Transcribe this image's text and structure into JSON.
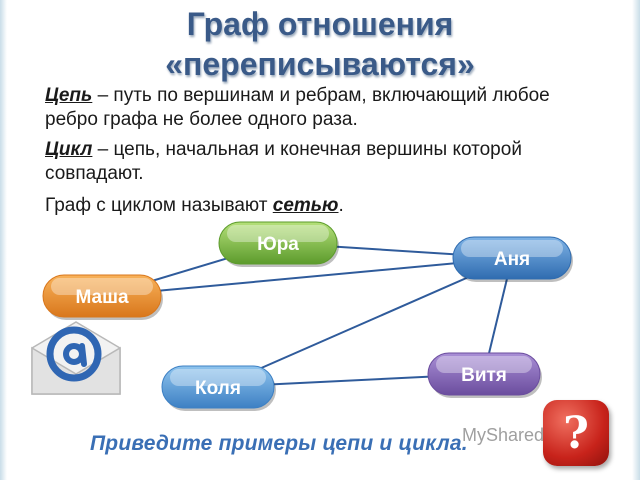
{
  "title_line1": "Граф отношения",
  "title_line2": "«переписываются»",
  "definitions": {
    "chain_term": "Цепь",
    "chain_text": " – путь по вершинам и ребрам, включающий любое ребро графа не более одного раза.",
    "cycle_term": "Цикл",
    "cycle_text": " – цепь, начальная и конечная вершины которой совпадают.",
    "network_prefix": "Граф с циклом называют ",
    "network_term": "сетью",
    "network_suffix": "."
  },
  "graph": {
    "nodes": [
      {
        "id": "yura",
        "label": "Юра",
        "color_light": "#b5e07a",
        "color_dark": "#5c9b2c"
      },
      {
        "id": "anya",
        "label": "Аня",
        "color_light": "#7fb3e6",
        "color_dark": "#2f6cb0"
      },
      {
        "id": "masha",
        "label": "Маша",
        "color_light": "#f8b25a",
        "color_dark": "#d9771c"
      },
      {
        "id": "vitya",
        "label": "Витя",
        "color_light": "#a98fd6",
        "color_dark": "#6b4d9e"
      },
      {
        "id": "kolya",
        "label": "Коля",
        "color_light": "#8fc4ee",
        "color_dark": "#3d80c4"
      }
    ],
    "edges": [
      [
        "masha",
        "yura"
      ],
      [
        "masha",
        "anya"
      ],
      [
        "yura",
        "anya"
      ],
      [
        "anya",
        "kolya"
      ],
      [
        "anya",
        "vitya"
      ],
      [
        "kolya",
        "vitya"
      ]
    ],
    "edge_color": "#2f5b9b"
  },
  "question": "Приведите примеры цепи и цикла.",
  "watermark": "MyShared",
  "help_button": "?"
}
